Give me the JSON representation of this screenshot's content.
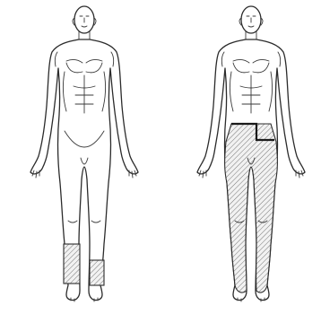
{
  "figures": [
    {
      "id": "left",
      "region": "lower-leg-bands"
    },
    {
      "id": "right",
      "region": "lower-body-both-legs"
    }
  ],
  "colors": {
    "ink": "#2b2b2b",
    "shade": "#777777",
    "paper": "#ffffff"
  }
}
